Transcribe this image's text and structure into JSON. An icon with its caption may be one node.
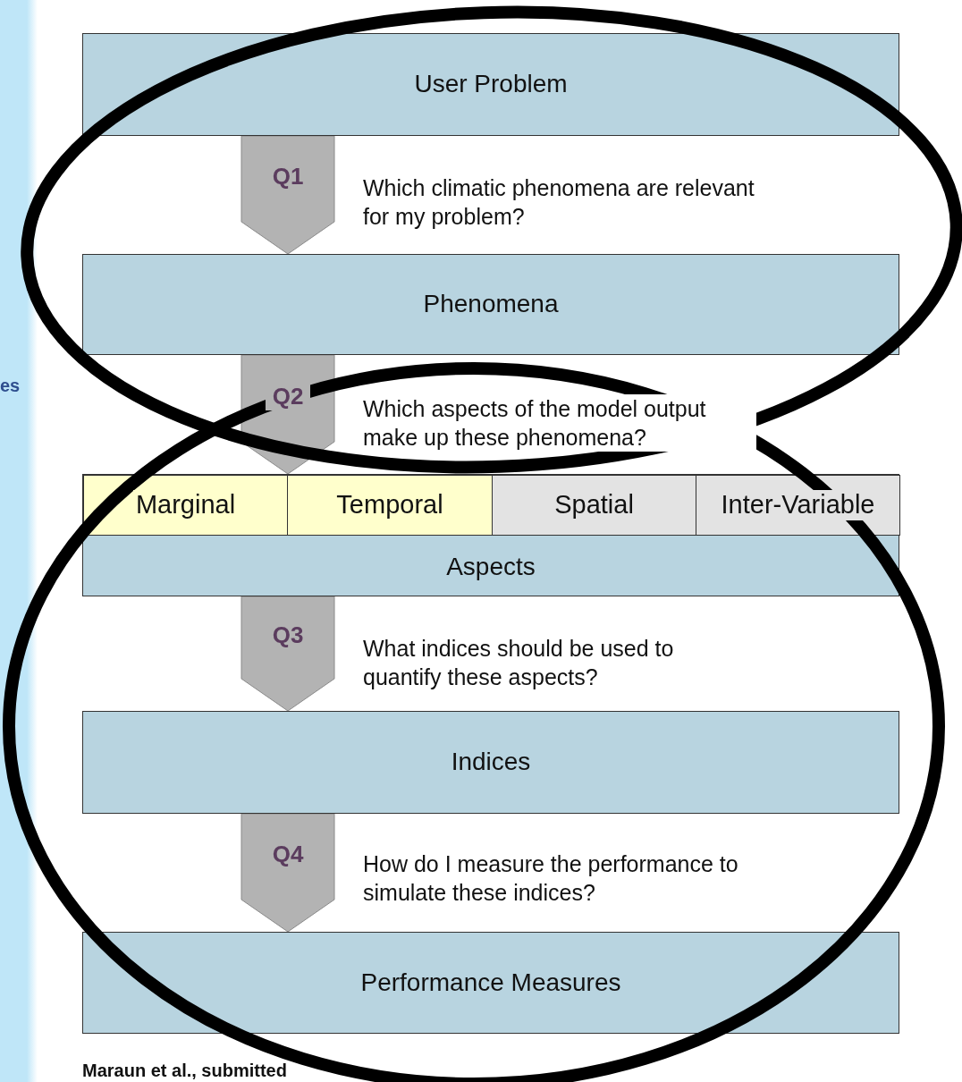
{
  "diagram": {
    "nodes": [
      {
        "text": [
          "User Problem"
        ]
      },
      {
        "text": [
          "Phenomena"
        ]
      },
      {
        "text": [
          "Aspects"
        ]
      },
      {
        "text": [
          "Marginal"
        ],
        "in": 2
      },
      {
        "text": [
          "Temporal"
        ],
        "in": 2
      },
      {
        "text": [
          "Spatial"
        ],
        "in": 2
      },
      {
        "text": [
          "Inter-Variable"
        ],
        "in": 2
      },
      {
        "text": [
          "Indices"
        ]
      },
      {
        "text": [
          "Performance Measures"
        ]
      }
    ],
    "edges": [
      {
        "from": 0,
        "to": 1,
        "arrow": "to",
        "label": "Q1"
      },
      {
        "from": 1,
        "to": 2,
        "arrow": "to",
        "label": "Q2"
      },
      {
        "from": 2,
        "to": 7,
        "arrow": "to",
        "label": "Q3"
      },
      {
        "from": 7,
        "to": 8,
        "arrow": "to",
        "label": "Q4"
      }
    ],
    "labels": [
      "Which climatic phenomena are relevant for my problem?",
      "es",
      "Which aspects of the model output make up these phenomena?",
      "What indices should be used to quantify these aspects?",
      "How do I measure the performance to simulate these indices?",
      "Maraun et al., submitted"
    ]
  }
}
